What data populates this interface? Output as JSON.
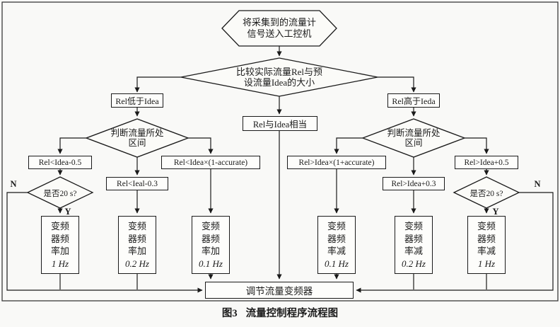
{
  "figure": {
    "caption_label": "图3",
    "caption_title": "流量控制程序流程图"
  },
  "nodes": {
    "start": {
      "line1": "将采集到的流量计",
      "line2": "信号送入工控机"
    },
    "compare": {
      "line1": "比较实际流量Rel与预",
      "line2": "设流量Idea的大小"
    },
    "branch_low": {
      "label": "Rel低于Idea"
    },
    "branch_equal": {
      "label": "Rel与Idea相当"
    },
    "branch_high": {
      "label": "Rel高于Ieda"
    },
    "judge_low": {
      "line1": "判断流量所处",
      "line2": "区间"
    },
    "judge_high": {
      "line1": "判断流量所处",
      "line2": "区间"
    },
    "cond_low_coarse": {
      "label": "Rel<Idea-0.5"
    },
    "cond_low_mid": {
      "label": "Rel<Ieal-0.3"
    },
    "cond_low_fine": {
      "label": "Rel<Idea×(1-accurate)"
    },
    "cond_high_fine": {
      "label": "Rel>Idea×(1+accurate)"
    },
    "cond_high_mid": {
      "label": "Rel>Idea+0.3"
    },
    "cond_high_coarse": {
      "label": "Rel>Idea+0.5"
    },
    "timer_low": {
      "label": "是否20 s?",
      "yes": "Y",
      "no": "N"
    },
    "timer_high": {
      "label": "是否20 s?",
      "yes": "Y",
      "no": "N"
    },
    "action_inc_1": {
      "line1": "变频",
      "line2": "器频",
      "line3": "率加",
      "value": "1 Hz"
    },
    "action_inc_02": {
      "line1": "变频",
      "line2": "器频",
      "line3": "率加",
      "value": "0.2 Hz"
    },
    "action_inc_01": {
      "line1": "变频",
      "line2": "器频",
      "line3": "率加",
      "value": "0.1 Hz"
    },
    "action_dec_01": {
      "line1": "变频",
      "line2": "器频",
      "line3": "率减",
      "value": "0.1 Hz"
    },
    "action_dec_02": {
      "line1": "变频",
      "line2": "器频",
      "line3": "率减",
      "value": "0.2 Hz"
    },
    "action_dec_1": {
      "line1": "变频",
      "line2": "器频",
      "line3": "率减",
      "value": "1 Hz"
    },
    "final": {
      "label": "调节流量变频器"
    }
  }
}
